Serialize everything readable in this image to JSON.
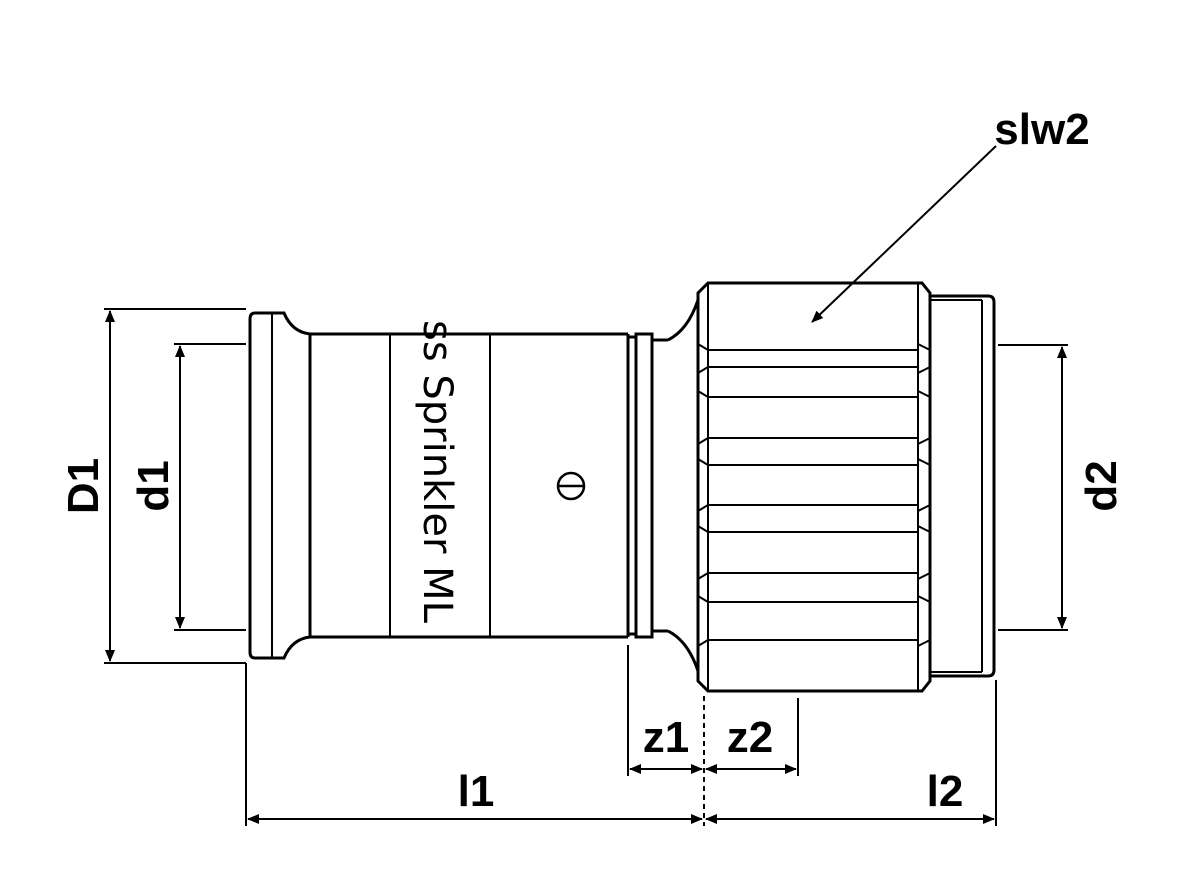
{
  "labels": {
    "D1": "D1",
    "d1": "d1",
    "d2": "d2",
    "z1": "z1",
    "z2": "z2",
    "l1": "l1",
    "l2": "l2",
    "slw2": "slw2",
    "marking": "ss Sprinkler ML"
  },
  "colors": {
    "line": "#000000",
    "background": "#ffffff"
  }
}
